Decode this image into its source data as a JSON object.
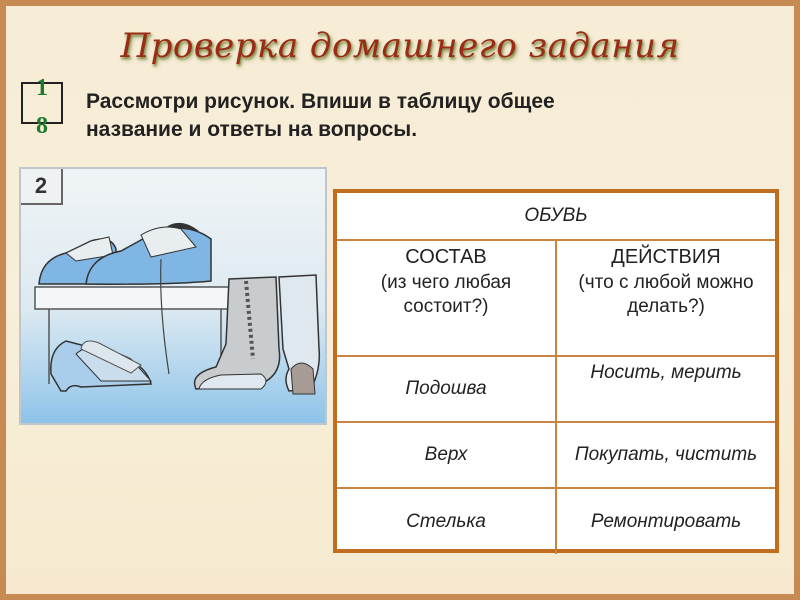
{
  "slide": {
    "title": "Проверка домашнего задания",
    "task_number": {
      "digit1": "1",
      "digit2": "8"
    },
    "instruction_line1": "Рассмотри рисунок. Впиши в таблицу общее",
    "instruction_line2": "название и ответы на вопросы."
  },
  "picture": {
    "number": "2",
    "description": "Illustration of footwear: sneakers on a bench, women's shoes and tall lace-up boots below"
  },
  "table": {
    "title": "ОБУВЬ",
    "columns": [
      {
        "caption": "СОСТАВ",
        "question": "(из чего любая состоит?)"
      },
      {
        "caption": "ДЕЙСТВИЯ",
        "question": "(что с любой можно делать?)"
      }
    ],
    "rows": [
      {
        "part": "Подошва",
        "action": "Носить, мерить"
      },
      {
        "part": "Верх",
        "action": "Покупать, чистить"
      },
      {
        "part": "Стелька",
        "action": "Ремонтировать"
      }
    ]
  },
  "colors": {
    "background": "#f7ecd5",
    "frame": "#c78a52",
    "title": "#9b2b17",
    "task_number": "#1e7a2e",
    "table_border": "#c06d1d"
  }
}
